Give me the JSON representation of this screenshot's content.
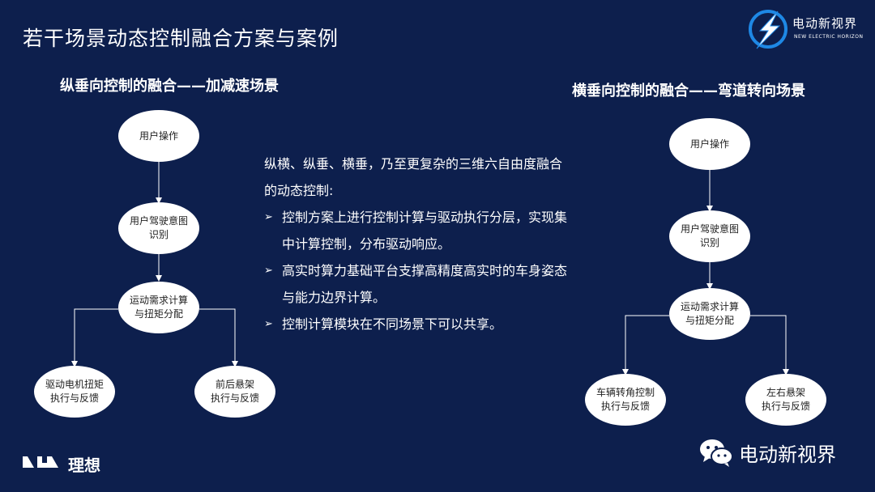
{
  "slide": {
    "title": "若干场景动态控制融合方案与案例"
  },
  "left_diagram": {
    "heading": "纵垂向控制的融合——加减速场景",
    "nodes": {
      "user_op": "用户操作",
      "intent_1": "用户驾驶意图",
      "intent_2": "识别",
      "demand_1": "运动需求计算",
      "demand_2": "与扭矩分配",
      "motor_1": "驱动电机扭矩",
      "motor_2": "执行与反馈",
      "susp_1": "前后悬架",
      "susp_2": "执行与反馈"
    }
  },
  "right_diagram": {
    "heading": "横垂向控制的融合——弯道转向场景",
    "nodes": {
      "user_op": "用户操作",
      "intent_1": "用户驾驶意图",
      "intent_2": "识别",
      "demand_1": "运动需求计算",
      "demand_2": "与扭矩分配",
      "steer_1": "车辆转角控制",
      "steer_2": "执行与反馈",
      "susp_1": "左右悬架",
      "susp_2": "执行与反馈"
    }
  },
  "center_text": {
    "intro_line1": "纵横、纵垂、横垂，乃至更复杂的三维六自由度融合",
    "intro_line2": "的动态控制:",
    "bullets": [
      {
        "line1": "控制方案上进行控制计算与驱动执行分层，实现集",
        "line2": "中计算控制，分布驱动响应。"
      },
      {
        "line1": "高实时算力基础平台支撑高精度高实时的车身姿态",
        "line2": "与能力边界计算。"
      },
      {
        "line1": "控制计算模块在不同场景下可以共享。",
        "line2": ""
      }
    ],
    "bullet_mark": "➢"
  },
  "logos": {
    "top_brand": "电动新视界",
    "top_brand_en": "NEW ELECTRIC HORIZON",
    "lixiang": "理想",
    "wechat_name": "电动新视界"
  },
  "colors": {
    "background": "#0d1f4d",
    "node_fill": "#ffffff",
    "connector": "#ffffff",
    "accent_blue": "#1e88e5"
  }
}
